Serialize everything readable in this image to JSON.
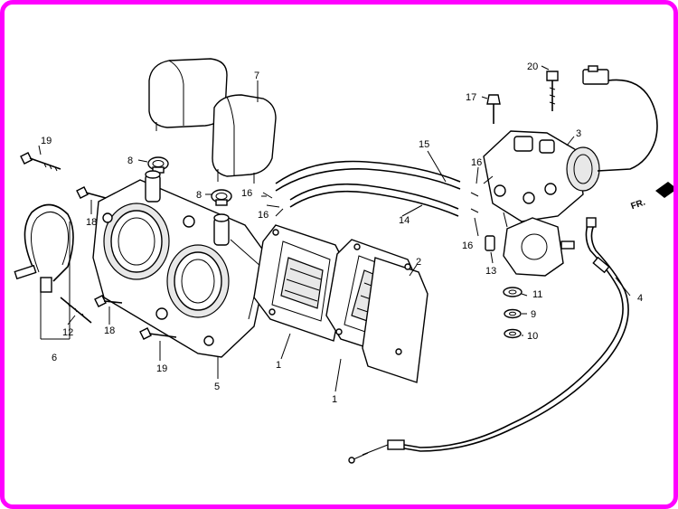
{
  "frame": {
    "border_color": "#ff00ff",
    "background": "#ffffff",
    "ink": "#000000"
  },
  "direction_label": "FR.",
  "callouts": [
    {
      "id": "c1a",
      "text": "1"
    },
    {
      "id": "c1b",
      "text": "1"
    },
    {
      "id": "c2",
      "text": "2"
    },
    {
      "id": "c3",
      "text": "3"
    },
    {
      "id": "c4",
      "text": "4"
    },
    {
      "id": "c5",
      "text": "5"
    },
    {
      "id": "c6",
      "text": "6"
    },
    {
      "id": "c7",
      "text": "7"
    },
    {
      "id": "c8a",
      "text": "8"
    },
    {
      "id": "c8b",
      "text": "8"
    },
    {
      "id": "c9",
      "text": "9"
    },
    {
      "id": "c10",
      "text": "10"
    },
    {
      "id": "c11",
      "text": "11"
    },
    {
      "id": "c12",
      "text": "12"
    },
    {
      "id": "c13",
      "text": "13"
    },
    {
      "id": "c14",
      "text": "14"
    },
    {
      "id": "c15",
      "text": "15"
    },
    {
      "id": "c16a",
      "text": "16"
    },
    {
      "id": "c16b",
      "text": "16"
    },
    {
      "id": "c16c",
      "text": "16"
    },
    {
      "id": "c16d",
      "text": "16"
    },
    {
      "id": "c17",
      "text": "17"
    },
    {
      "id": "c18a",
      "text": "18"
    },
    {
      "id": "c18b",
      "text": "18"
    },
    {
      "id": "c19a",
      "text": "19"
    },
    {
      "id": "c19b",
      "text": "19"
    },
    {
      "id": "c20",
      "text": "20"
    }
  ]
}
